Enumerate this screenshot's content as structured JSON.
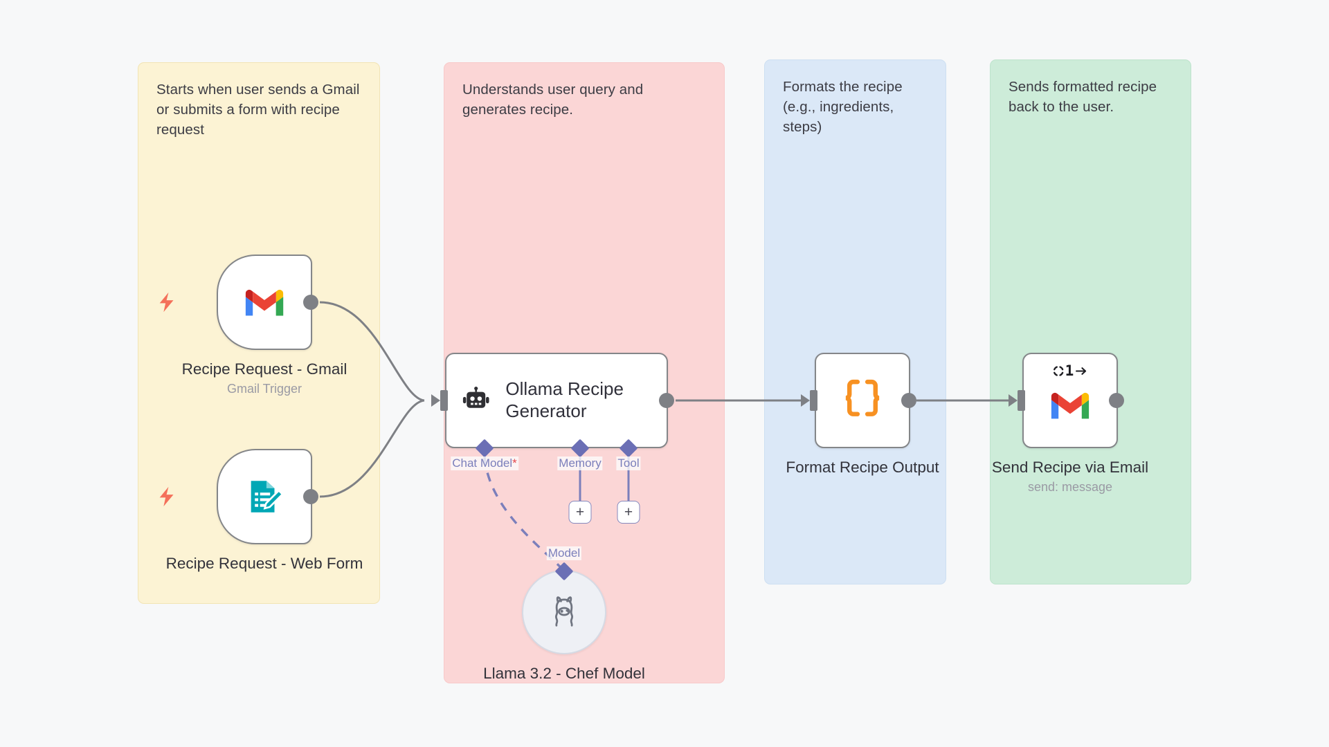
{
  "canvas": {
    "background": "#f7f8f9",
    "accents": {
      "sticky_yellow": "#fcf3d4",
      "sticky_pink": "#fbd6d6",
      "sticky_blue": "#dbe8f7",
      "sticky_green": "#cdecd9",
      "wire": "#7e8085",
      "sub_connector": "#6b6fb5",
      "required_marker": "#e5484d"
    }
  },
  "sticky_notes": [
    {
      "id": "trigger-group",
      "text": "Starts when user sends a Gmail or submits a form with recipe request"
    },
    {
      "id": "agent-group",
      "text": "Understands user query and generates recipe."
    },
    {
      "id": "format-group",
      "text": "Formats the recipe (e.g., ingredients, steps)"
    },
    {
      "id": "delivery-group",
      "text": "Sends formatted recipe back to the user."
    }
  ],
  "nodes": {
    "gmail_trigger": {
      "title": "Recipe Request - Gmail",
      "subtitle": "Gmail Trigger",
      "icon": "gmail-icon",
      "trigger_icon": "lightning-bolt-icon"
    },
    "web_form_trigger": {
      "title": "Recipe Request - Web Form",
      "subtitle": "",
      "icon": "form-edit-icon",
      "trigger_icon": "lightning-bolt-icon"
    },
    "agent": {
      "title": "Ollama Recipe Generator",
      "icon": "robot-icon",
      "connectors": [
        {
          "id": "chat-model",
          "label": "Chat Model",
          "required": true,
          "required_marker": "*",
          "has_plus": false
        },
        {
          "id": "memory",
          "label": "Memory",
          "required": false,
          "required_marker": "",
          "has_plus": true,
          "plus_label": "+"
        },
        {
          "id": "tool",
          "label": "Tool",
          "required": false,
          "required_marker": "",
          "has_plus": true,
          "plus_label": "+"
        }
      ]
    },
    "llama_model": {
      "title": "Llama 3.2 - Chef Model",
      "connector_label": "Model",
      "icon": "llama-icon"
    },
    "format_output": {
      "title": "Format Recipe Output",
      "subtitle": "",
      "icon": "code-braces-icon"
    },
    "send_email": {
      "title": "Send Recipe via Email",
      "subtitle": "send: message",
      "icon": "gmail-icon",
      "badge": "1",
      "badge_icon": "retry-arrow-icon"
    }
  }
}
